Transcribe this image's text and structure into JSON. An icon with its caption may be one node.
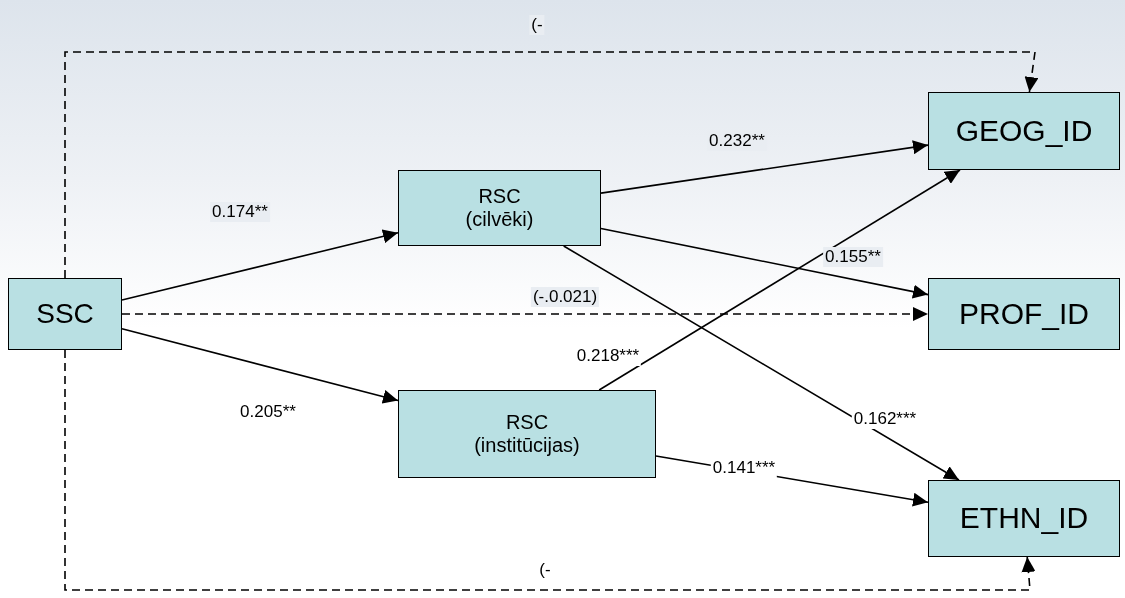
{
  "diagram": {
    "nodes": [
      {
        "text": [
          "SSC"
        ]
      },
      {
        "text": [
          "RSC",
          "(cilvēki)"
        ]
      },
      {
        "text": [
          "RSC",
          "(institūcijas)"
        ]
      },
      {
        "text": [
          "GEOG_ID"
        ]
      },
      {
        "text": [
          "PROF_ID"
        ]
      },
      {
        "text": [
          "ETHN_ID"
        ]
      }
    ],
    "edges": [
      {
        "from": 0,
        "to": 1,
        "arrow": "to",
        "label": "0.174**"
      },
      {
        "from": 0,
        "to": 2,
        "arrow": "to",
        "label": "0.205**"
      },
      {
        "from": 0,
        "to": 4,
        "arrow": "to",
        "label": "(-.0.021)",
        "style": "dashed"
      },
      {
        "from": 0,
        "to": 3,
        "arrow": "to",
        "label": "(-",
        "style": "dashed"
      },
      {
        "from": 0,
        "to": 5,
        "arrow": "to",
        "label": "(-",
        "style": "dashed"
      },
      {
        "from": 1,
        "to": 3,
        "arrow": "to",
        "label": "0.232**"
      },
      {
        "from": 1,
        "to": 4,
        "arrow": "to",
        "label": "0.155**"
      },
      {
        "from": 1,
        "to": 5,
        "arrow": "to",
        "label": "0.162***"
      },
      {
        "from": 2,
        "to": 3,
        "arrow": "to",
        "label": "0.218***"
      },
      {
        "from": 2,
        "to": 5,
        "arrow": "to",
        "label": "0.141***"
      }
    ]
  }
}
